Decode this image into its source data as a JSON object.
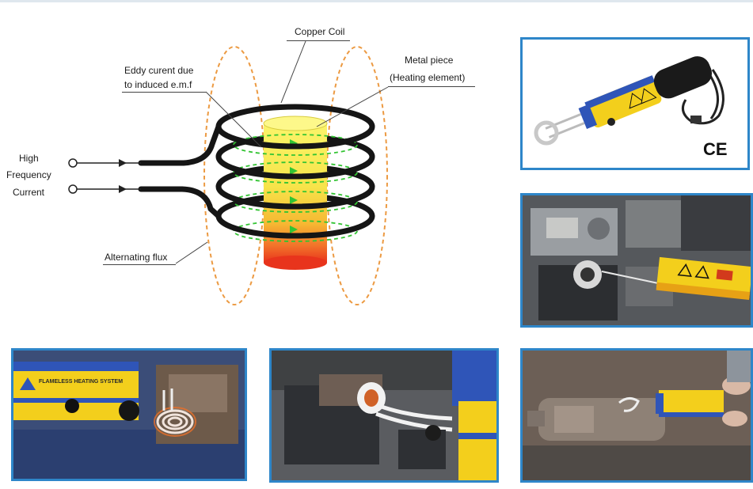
{
  "diagram": {
    "labels": {
      "copper_coil": "Copper Coil",
      "eddy_line1": "Eddy curent due",
      "eddy_line2": "to induced e.m.f",
      "metal_line1": "Metal piece",
      "metal_line2": "(Heating element)",
      "hf_line1": "High",
      "hf_line2": "Frequency",
      "hf_line3": "Current",
      "alternating_flux": "Alternating flux"
    }
  },
  "photos": {
    "product": {
      "mark": "CE"
    },
    "heater_label": "FLAMELESS HEATING SYSTEM"
  },
  "colors": {
    "frame_blue": "#2e86c9",
    "flux_orange": "#ec9a42",
    "eddy_green": "#33c433",
    "coil_black": "#151515",
    "tool_yellow": "#f3cf1c",
    "tool_blue": "#2f55b8"
  }
}
